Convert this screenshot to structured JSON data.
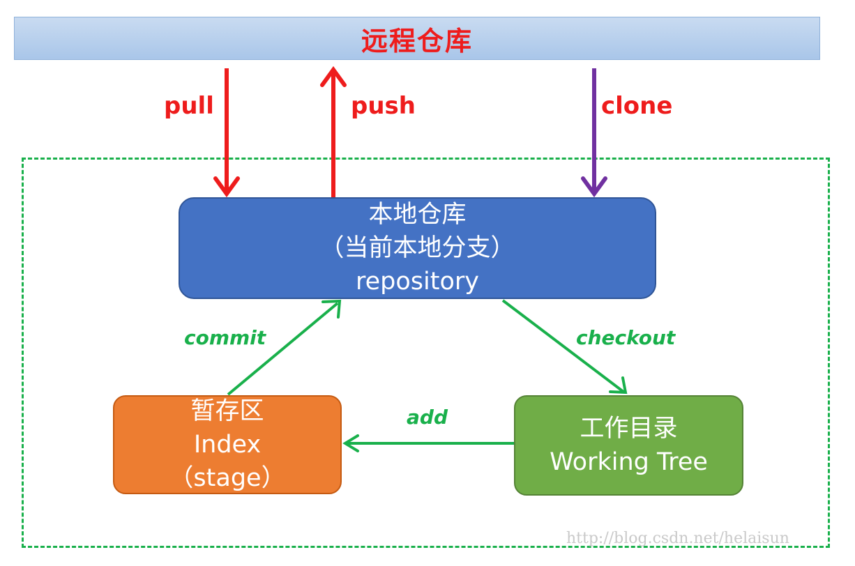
{
  "remote": {
    "title": "远程仓库"
  },
  "local_repo": {
    "line1": "本地仓库",
    "line2": "（当前本地分支）",
    "line3": "repository"
  },
  "staging": {
    "line1": "暂存区",
    "line2": "Index",
    "line3": "（stage）"
  },
  "working_tree": {
    "line1": "工作目录",
    "line2": "Working Tree"
  },
  "arrows": {
    "pull": "pull",
    "push": "push",
    "clone": "clone",
    "commit": "commit",
    "checkout": "checkout",
    "add": "add"
  },
  "colors": {
    "remote_text": "#ee1c1c",
    "pull_push_arrow": "#ee1c1c",
    "clone_arrow": "#7030a0",
    "green_arrow": "#19b04b",
    "repo_box": "#4472c4",
    "stage_box": "#ed7d31",
    "work_box": "#70ad47"
  },
  "watermark": "http://blog.csdn.net/helaisun"
}
